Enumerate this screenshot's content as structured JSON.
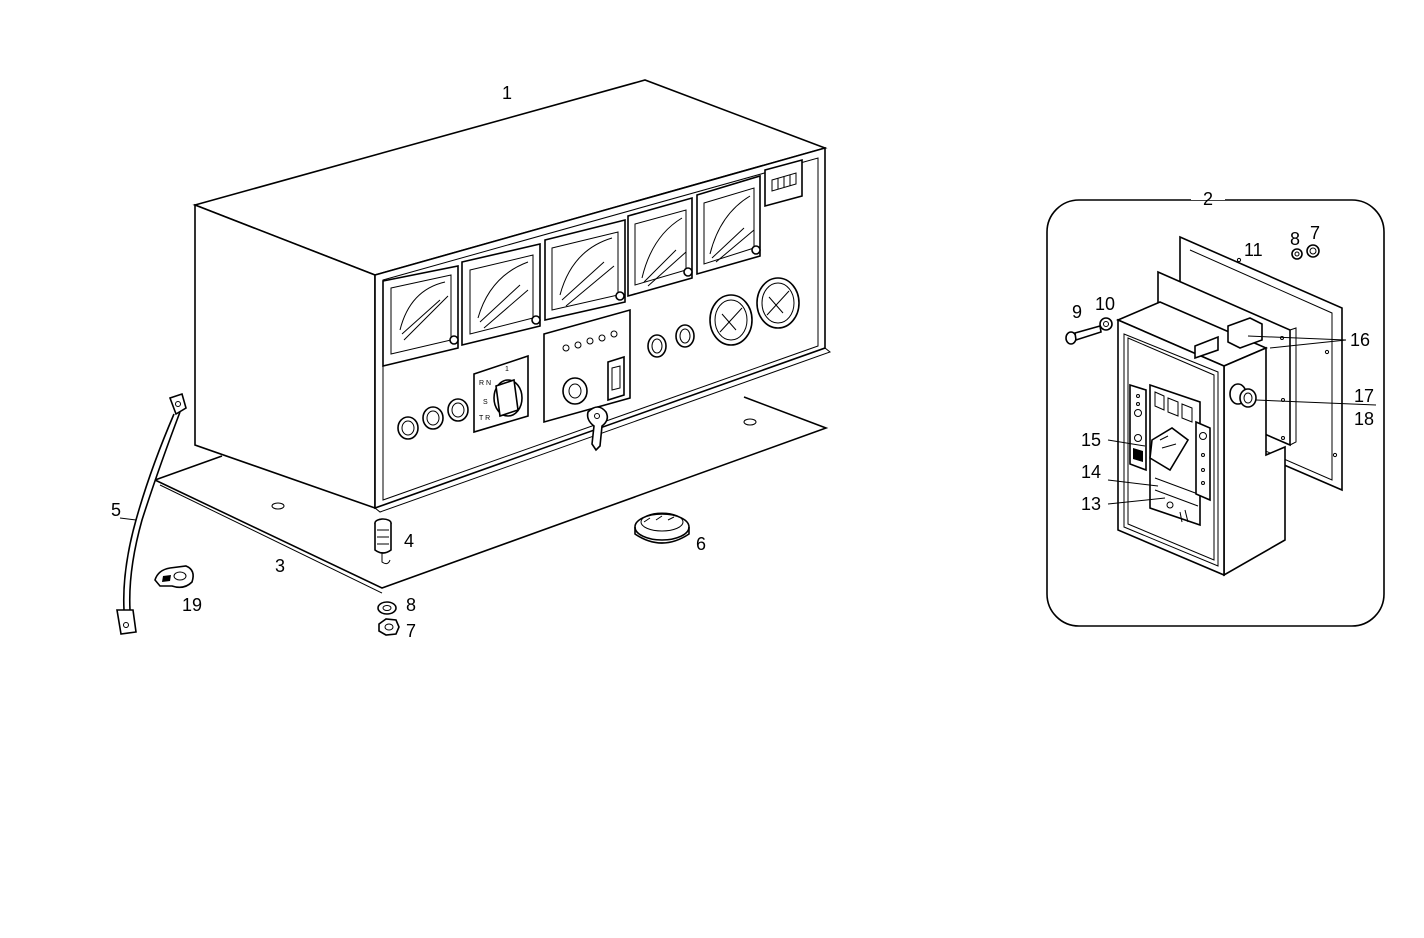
{
  "diagram": {
    "colors": {
      "ink": "#000000",
      "paper": "#ffffff"
    },
    "callouts": {
      "c1": "1",
      "c2": "2",
      "c3": "3",
      "c4": "4",
      "c5": "5",
      "c6": "6",
      "c7a": "7",
      "c8a": "8",
      "c19": "19",
      "c7b": "7",
      "c8b": "8",
      "c9": "9",
      "c10": "10",
      "c11": "11",
      "c13": "13",
      "c14": "14",
      "c15": "15",
      "c16": "16",
      "c17": "17",
      "c18": "18"
    },
    "panel_selector_marks": {
      "top": "1",
      "left_top": "R N",
      "left_mid": "S",
      "left_bottom": "T R"
    }
  }
}
